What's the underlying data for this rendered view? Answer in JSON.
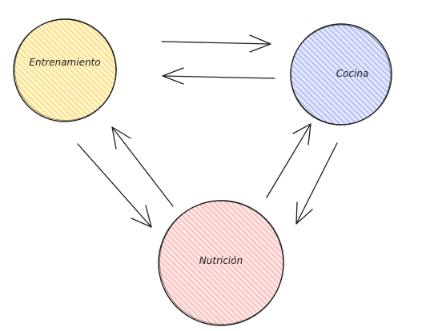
{
  "nodes": [
    {
      "id": "entrenamiento",
      "label": "Entrenamiento",
      "color": "#ffc935",
      "stroke": "#1e1e1e"
    },
    {
      "id": "cocina",
      "label": "Cocina",
      "color": "#6c7ff0",
      "stroke": "#1e1e1e"
    },
    {
      "id": "nutricion",
      "label": "Nutrición",
      "color": "#ff8a8a",
      "stroke": "#1e1e1e"
    }
  ],
  "edges": [
    {
      "from": "entrenamiento",
      "to": "cocina"
    },
    {
      "from": "cocina",
      "to": "entrenamiento"
    },
    {
      "from": "entrenamiento",
      "to": "nutricion"
    },
    {
      "from": "nutricion",
      "to": "entrenamiento"
    },
    {
      "from": "nutricion",
      "to": "cocina"
    },
    {
      "from": "cocina",
      "to": "nutricion"
    }
  ]
}
